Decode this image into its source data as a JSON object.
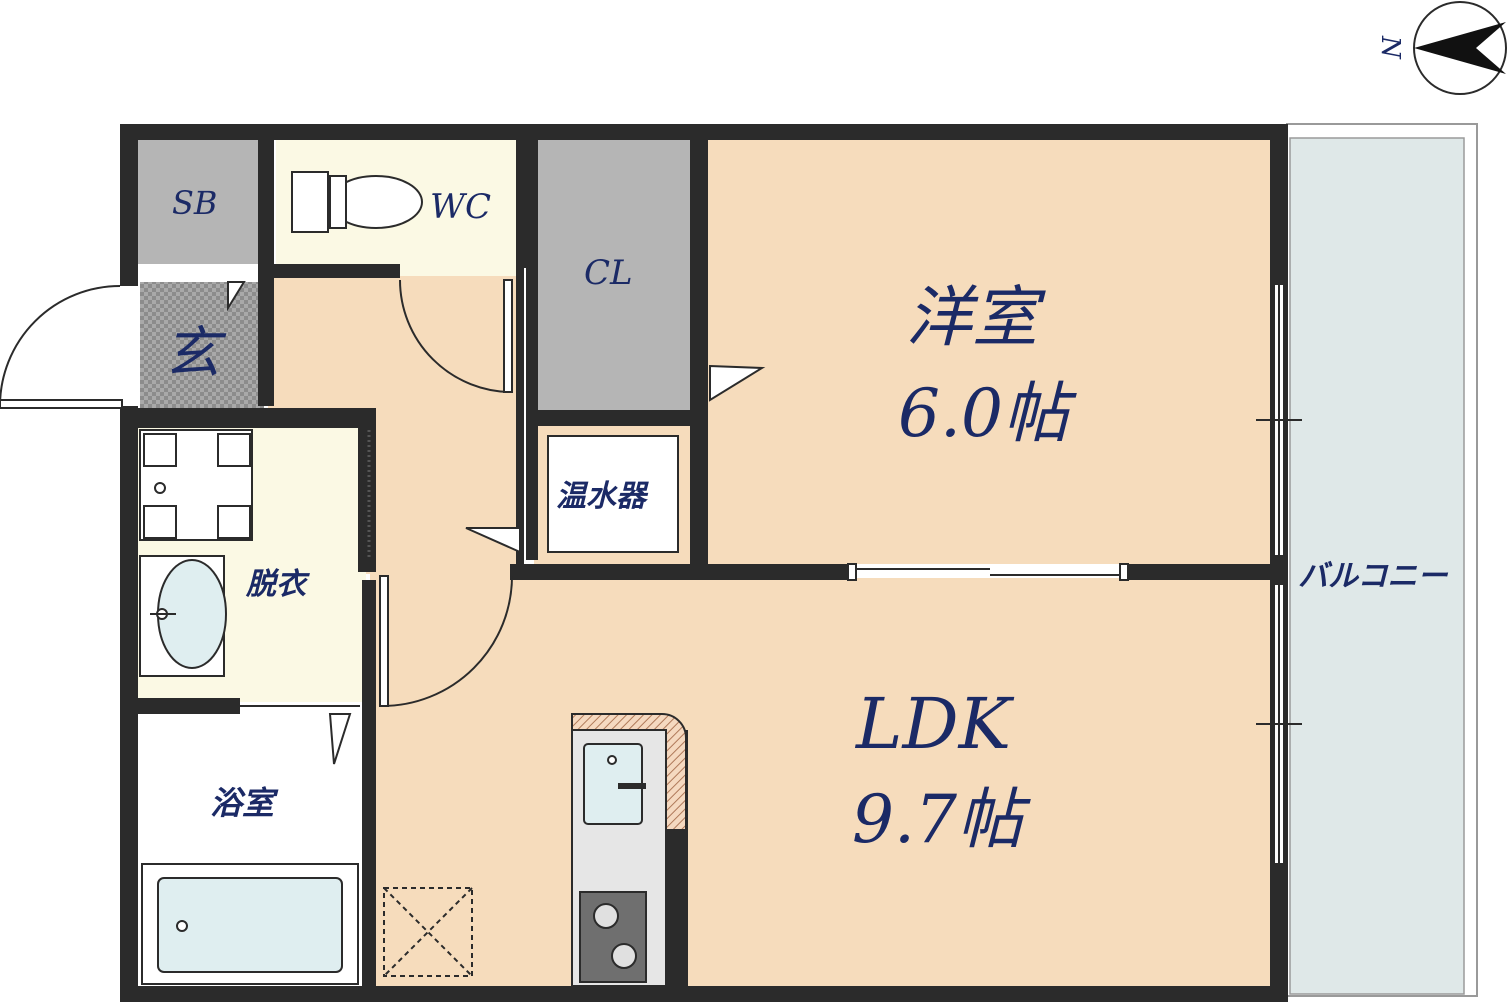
{
  "colors": {
    "wall": "#2b2b2b",
    "floor_wood": "#f6dcbc",
    "floor_light": "#fbf9e4",
    "storage_gray": "#b5b5b5",
    "balcony": "#dfe8e8",
    "label": "#1b2a66"
  },
  "compass": {
    "north_label": "N"
  },
  "rooms": {
    "sb": "SB",
    "wc": "WC",
    "cl": "CL",
    "entrance": "玄",
    "western_room": {
      "name": "洋室",
      "size": "6.0帖"
    },
    "water_heater": "温水器",
    "dressing": "脱衣",
    "bath": "浴室",
    "ldk": {
      "name": "LDK",
      "size": "9.7帖"
    },
    "balcony": "バルコニー"
  },
  "icons": [
    "compass-icon",
    "toilet-icon",
    "washbasin-icon",
    "washing-machine-icon",
    "bathtub-icon",
    "kitchen-sink-icon",
    "stove-icon",
    "fridge-space-icon"
  ]
}
